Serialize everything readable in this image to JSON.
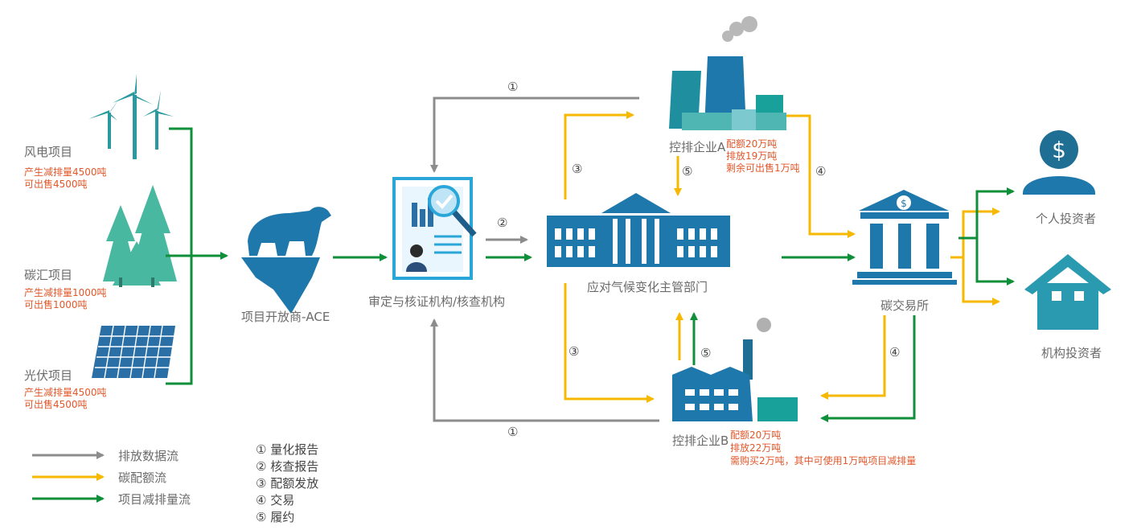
{
  "colors": {
    "gray": "#8c8c8c",
    "yellow": "#f6b800",
    "green": "#0f8f3a",
    "teal": "#2a7ea6",
    "tealDark": "#1f6f94",
    "accent": "#e2572a"
  },
  "wind": {
    "title": "风电项目",
    "line1": "产生减排量4500吨",
    "line2": "可出售4500吨"
  },
  "sink": {
    "title": "碳汇项目",
    "line1": "产生减排量1000吨",
    "line2": "可出售1000吨"
  },
  "solar": {
    "title": "光伏项目",
    "line1": "产生减排量4500吨",
    "line2": "可出售4500吨"
  },
  "developer": {
    "title": "项目开放商-ACE"
  },
  "verifier": {
    "title": "审定与核证机构/核查机构"
  },
  "authority": {
    "title": "应对气候变化主管部门"
  },
  "exchange": {
    "title": "碳交易所"
  },
  "enterpriseA": {
    "title": "控排企业A",
    "line1": "配额20万吨",
    "line2": "排放19万吨",
    "line3": "剩余可出售1万吨"
  },
  "enterpriseB": {
    "title": "控排企业B",
    "line1": "配额20万吨",
    "line2": "排放22万吨",
    "line3": "需购买2万吨，其中可使用1万吨项目减排量"
  },
  "investors": {
    "individual": "个人投资者",
    "institutional": "机构投资者"
  },
  "arrowLabels": {
    "one": "①",
    "two": "②",
    "three": "③",
    "four": "④",
    "five": "⑤"
  },
  "legend": {
    "gray": "排放数据流",
    "yellow": "碳配额流",
    "green": "项目减排量流"
  },
  "steps": [
    "① 量化报告",
    "② 核查报告",
    "③ 配额发放",
    "④ 交易",
    "⑤ 履约"
  ]
}
